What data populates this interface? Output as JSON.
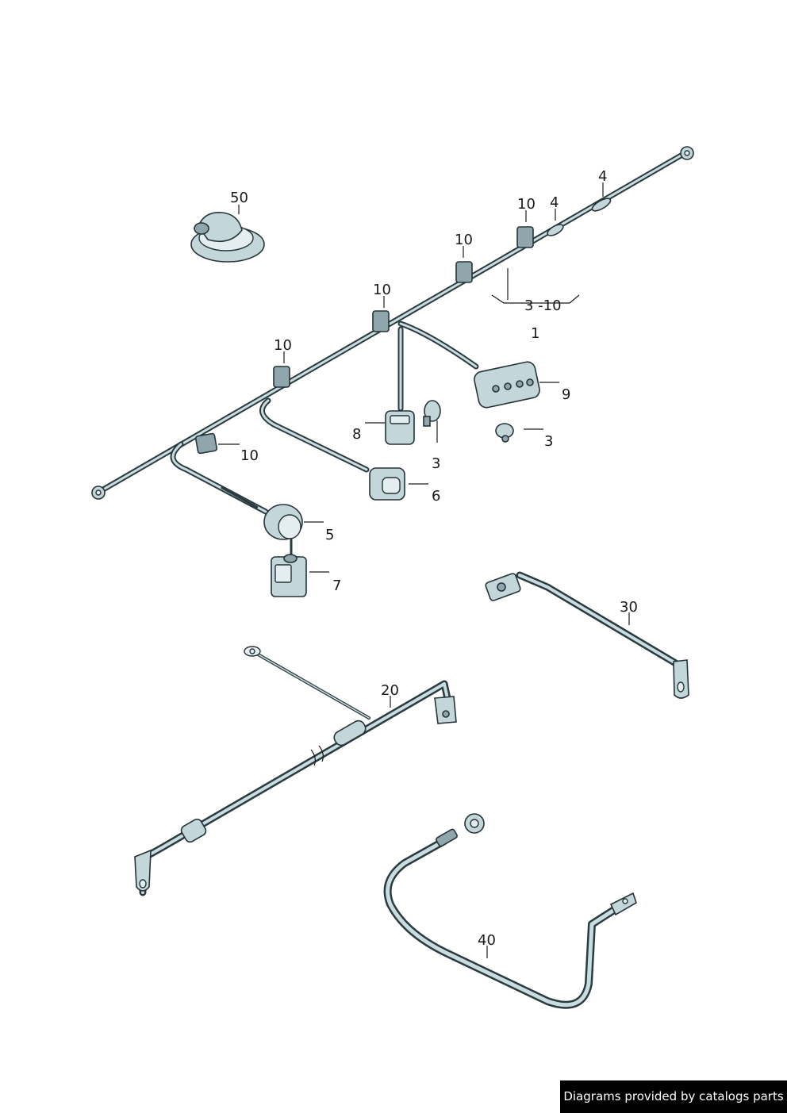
{
  "callouts": {
    "c50": "50",
    "c10a": "10",
    "c4a": "4",
    "c4b": "4",
    "c10b": "10",
    "c10c": "10",
    "c310": "3 -10",
    "c1": "1",
    "c10d": "10",
    "c9": "9",
    "c8": "8",
    "c3a": "3",
    "c3b": "3",
    "c10e": "10",
    "c6": "6",
    "c5": "5",
    "c7": "7",
    "c30": "30",
    "c20": "20",
    "c40": "40"
  },
  "footer": {
    "credit": "Diagrams provided by catalogs parts"
  },
  "colors": {
    "part_fill": "#c3d6da",
    "outline": "#263338",
    "credit_bg": "#000000"
  }
}
